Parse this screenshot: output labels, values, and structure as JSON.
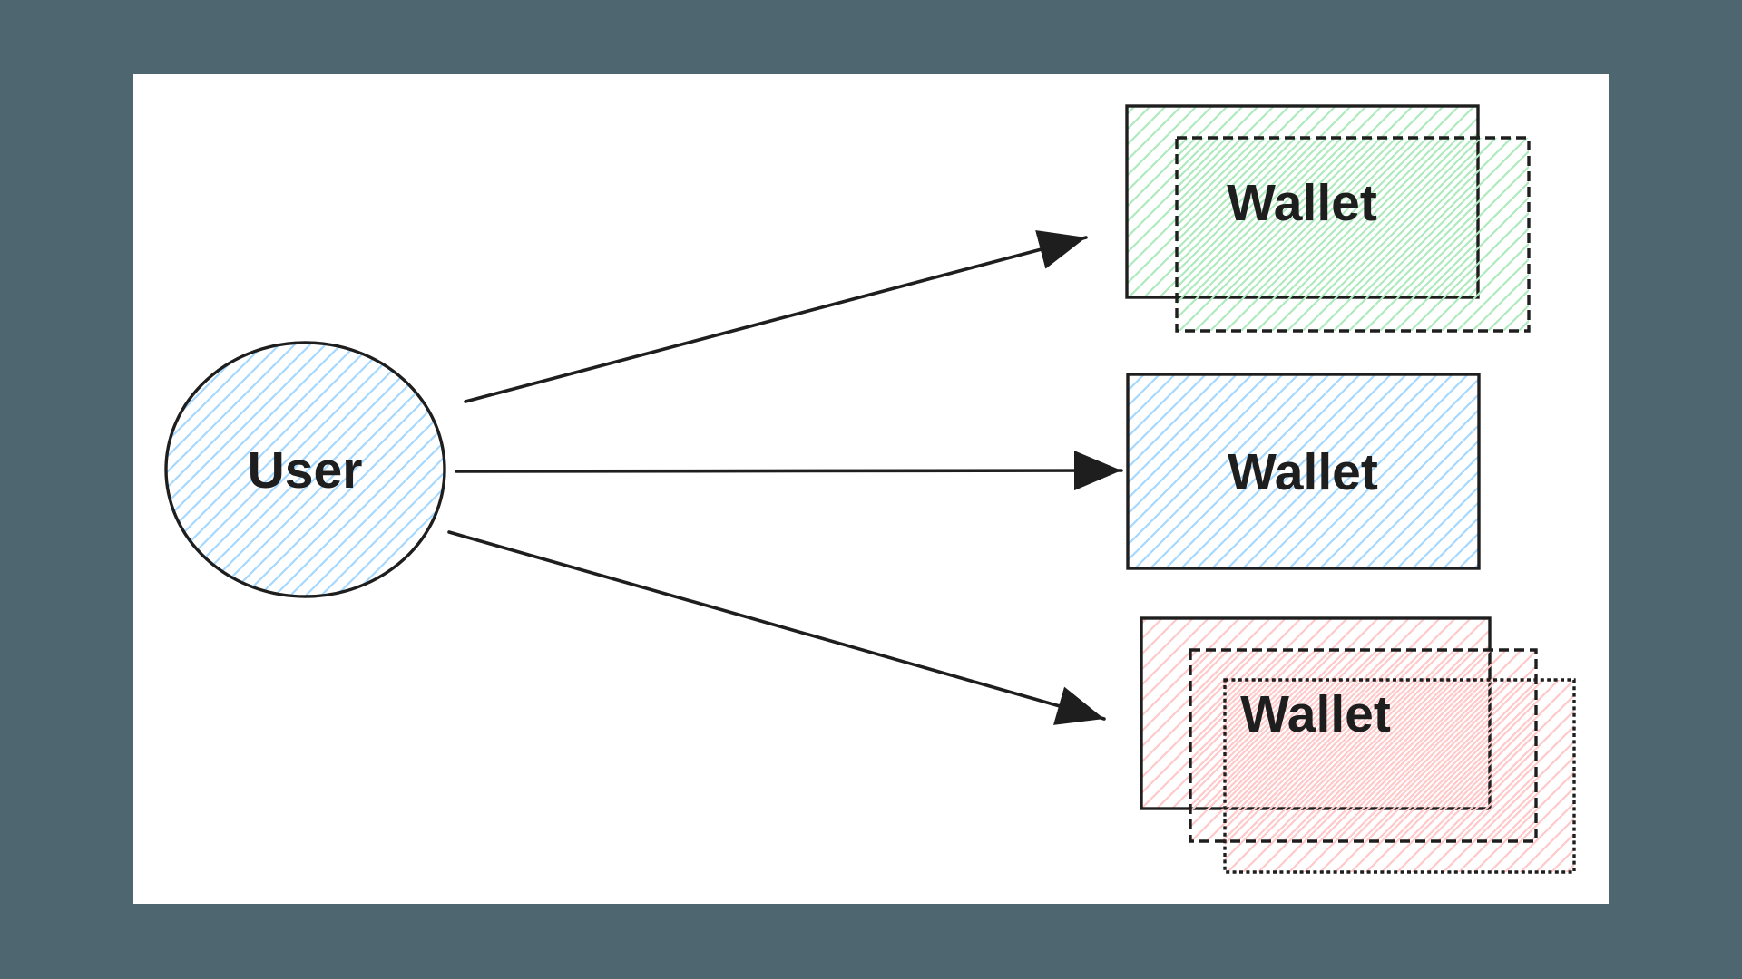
{
  "colors": {
    "backdrop": "#4d6670",
    "canvas": "#ffffff",
    "stroke": "#1e1e1e",
    "blue_hatch": "#a5d8ff",
    "green_hatch": "#aeeabd",
    "red_hatch": "#ffc9c9"
  },
  "nodes": {
    "user": {
      "label": "User",
      "shape": "circle",
      "hatch": "blue"
    },
    "wallet_green": {
      "label": "Wallet",
      "shape": "rectangle-stack",
      "stack_count": 2,
      "hatch": "green"
    },
    "wallet_blue": {
      "label": "Wallet",
      "shape": "rectangle",
      "stack_count": 1,
      "hatch": "blue"
    },
    "wallet_red": {
      "label": "Wallet",
      "shape": "rectangle-stack",
      "stack_count": 3,
      "hatch": "red"
    }
  },
  "edges": [
    {
      "from": "user",
      "to": "wallet_green",
      "style": "arrow"
    },
    {
      "from": "user",
      "to": "wallet_blue",
      "style": "arrow"
    },
    {
      "from": "user",
      "to": "wallet_red",
      "style": "arrow"
    }
  ]
}
